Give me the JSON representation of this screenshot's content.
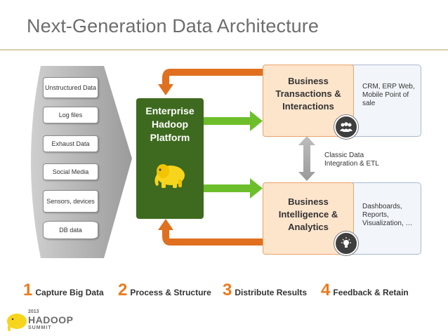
{
  "title": "Next-Generation Data Architecture",
  "sources": [
    "Unstructured Data",
    "Log files",
    "Exhaust Data",
    "Social Media",
    "Sensors, devices",
    "DB data"
  ],
  "hub": {
    "label": "Enterprise Hadoop Platform",
    "icon": "elephant-icon"
  },
  "targets": [
    {
      "label": "Business Transactions & Interactions",
      "details": "CRM, ERP Web, Mobile Point of sale",
      "icon": "people-icon"
    },
    {
      "label": "Business Intelligence & Analytics",
      "details": "Dashboards, Reports, Visualization, …",
      "icon": "lightbulb-icon"
    }
  ],
  "connector_label": "Classic Data Integration & ETL",
  "steps": [
    {
      "number": "1",
      "label": "Capture Big Data"
    },
    {
      "number": "2",
      "label": "Process & Structure"
    },
    {
      "number": "3",
      "label": "Distribute Results"
    },
    {
      "number": "4",
      "label": "Feedback & Retain"
    }
  ],
  "logo": {
    "year": "2013",
    "name": "HADOOP",
    "event": "SUMMIT"
  },
  "colors": {
    "hub": "#3e6a1f",
    "arrow_orange": "#e07020",
    "arrow_green": "#6cbf2a",
    "step_number": "#ec7a1c",
    "target_box": "#fde5cc"
  }
}
